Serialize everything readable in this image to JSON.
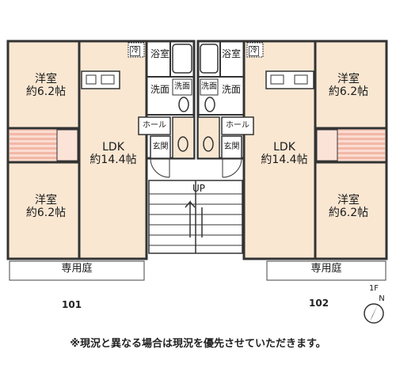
{
  "rooms": {
    "western_name": "洋室",
    "western_size": "約6.2帖",
    "ldk_name": "LDK",
    "ldk_size": "約14.4帖",
    "bath": "浴室",
    "washroom": "洗面",
    "hall": "ホール",
    "entrance": "玄関",
    "fridge": "冷",
    "private_garden": "専用庭",
    "stairs": "UP"
  },
  "units": {
    "left": "101",
    "right": "102"
  },
  "compass": {
    "floor": "1F",
    "north": "N"
  },
  "note": "※現況と異なる場合は現況を優先させていただきます。",
  "colors": {
    "floor_fill": "#f9e7d2",
    "wall": "#333333",
    "stripe": "#f2b8a6"
  }
}
